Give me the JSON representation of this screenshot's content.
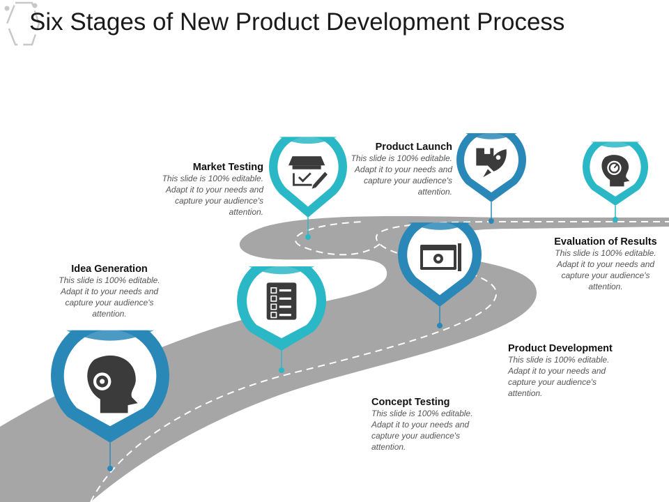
{
  "title": "Six Stages of New Product Development Process",
  "colors": {
    "dark_blue": "#2a88b8",
    "teal": "#2ab8c6",
    "road": "#a6a6a6",
    "icon": "#3b3b3b"
  },
  "stages": [
    {
      "heading": "Idea Generation",
      "body": "This slide is 100% editable. Adapt it to your needs and capture your audience's attention.",
      "icon": "head-gear-icon"
    },
    {
      "heading": "Concept Testing",
      "body": "This slide is 100% editable. Adapt it to your needs and capture your audience's attention.",
      "icon": "checklist-icon"
    },
    {
      "heading": "Market Testing",
      "body": "This slide is 100% editable. Adapt it to your needs and capture your audience's attention.",
      "icon": "shop-edit-icon"
    },
    {
      "heading": "Product Development",
      "body": "This slide is 100% editable. Adapt it to your needs and capture your audience's attention.",
      "icon": "web-settings-icon"
    },
    {
      "heading": "Product Launch",
      "body": "This slide is 100% editable. Adapt it to your needs and capture your audience's attention.",
      "icon": "rocket-launch-icon"
    },
    {
      "heading": "Evaluation of Results",
      "body": "This slide is 100% editable. Adapt it to your needs and capture your audience's attention.",
      "icon": "head-speedometer-icon"
    }
  ]
}
